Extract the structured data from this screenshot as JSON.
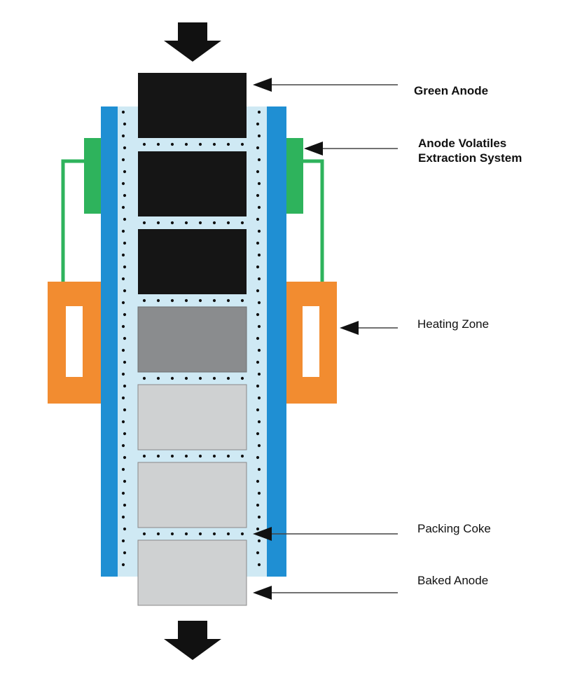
{
  "labels": {
    "green_anode": "Green Anode",
    "volatiles_line1": "Anode Volatiles",
    "volatiles_line2": "Extraction System",
    "heating_zone": "Heating Zone",
    "packing_coke": "Packing Coke",
    "baked_anode": "Baked Anode"
  },
  "colors": {
    "wall": "#1f8fd3",
    "coke": "#cfe9f4",
    "coke_dot": "#111111",
    "green_anode": "#151515",
    "heating_anode": "#8a8c8e",
    "baked_anode": "#cfd1d2",
    "extraction": "#2eb35c",
    "heater": "#f28c30",
    "arrow": "#111111",
    "leader": "#444444"
  },
  "anode_stack": [
    "green",
    "green",
    "green",
    "heating",
    "baked",
    "baked",
    "baked"
  ]
}
